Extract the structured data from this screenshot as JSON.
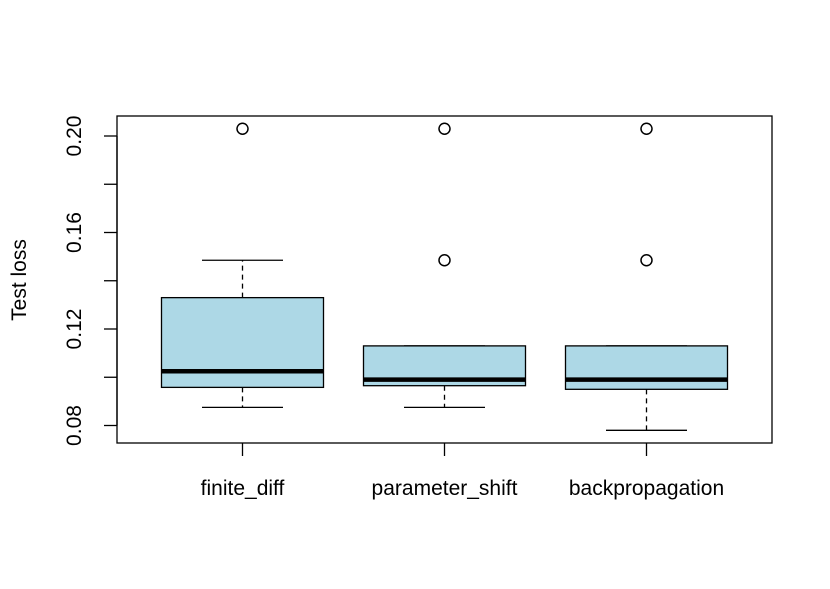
{
  "chart_data": {
    "type": "boxplot",
    "title": "",
    "xlabel": "",
    "ylabel": "Test loss",
    "ylim": [
      0.072,
      0.208
    ],
    "yticks": [
      0.08,
      0.1,
      0.12,
      0.14,
      0.16,
      0.18,
      0.2
    ],
    "ytick_labels": [
      "0.08",
      "0.12",
      "0.16",
      "0.20"
    ],
    "grid": false,
    "box_fill": "#add8e6",
    "categories": [
      "finite_diff",
      "parameter_shift",
      "backpropagation"
    ],
    "boxes": [
      {
        "category": "finite_diff",
        "whisker_low": 0.0875,
        "q1": 0.0958,
        "median": 0.1025,
        "q3": 0.133,
        "whisker_high": 0.1485,
        "outliers": [
          0.203
        ]
      },
      {
        "category": "parameter_shift",
        "whisker_low": 0.0875,
        "q1": 0.0965,
        "median": 0.099,
        "q3": 0.113,
        "whisker_high": 0.113,
        "outliers": [
          0.203,
          0.1485
        ]
      },
      {
        "category": "backpropagation",
        "whisker_low": 0.078,
        "q1": 0.095,
        "median": 0.099,
        "q3": 0.113,
        "whisker_high": 0.113,
        "outliers": [
          0.203,
          0.1485
        ]
      }
    ]
  }
}
